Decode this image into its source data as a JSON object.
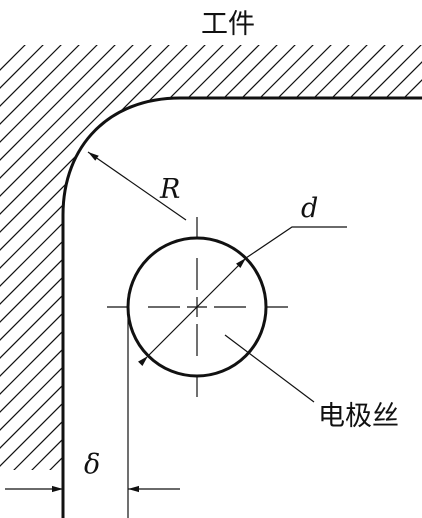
{
  "labels": {
    "workpiece": "工件",
    "radius": "R",
    "diameter": "d",
    "gap": "δ",
    "electrode_wire": "电极丝"
  },
  "colors": {
    "stroke": "#111111",
    "background": "#ffffff"
  }
}
